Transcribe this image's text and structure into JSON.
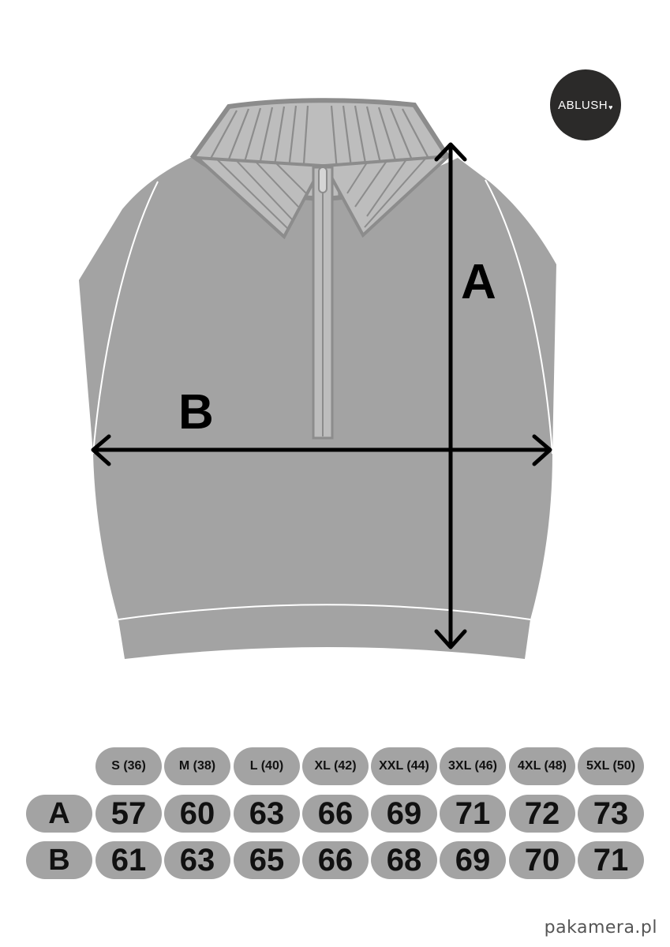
{
  "brand": {
    "logo_text": "ABLUSH",
    "logo_heart": "♥"
  },
  "garment": {
    "type": "half-zip sweatshirt",
    "fill_color": "#a3a3a3",
    "collar_color": "#bdbdbd",
    "collar_stroke": "#8c8c8c"
  },
  "measurements": {
    "a_label": "A",
    "b_label": "B",
    "arrow_color": "#000000"
  },
  "size_table": {
    "sizes": [
      "S (36)",
      "M (38)",
      "L (40)",
      "XL (42)",
      "XXL (44)",
      "3XL (46)",
      "4XL (48)",
      "5XL (50)"
    ],
    "rows": [
      {
        "label": "A",
        "values": [
          "57",
          "60",
          "63",
          "66",
          "69",
          "71",
          "72",
          "73"
        ]
      },
      {
        "label": "B",
        "values": [
          "61",
          "63",
          "65",
          "66",
          "68",
          "69",
          "70",
          "71"
        ]
      }
    ]
  },
  "watermark": "pakamera.pl"
}
